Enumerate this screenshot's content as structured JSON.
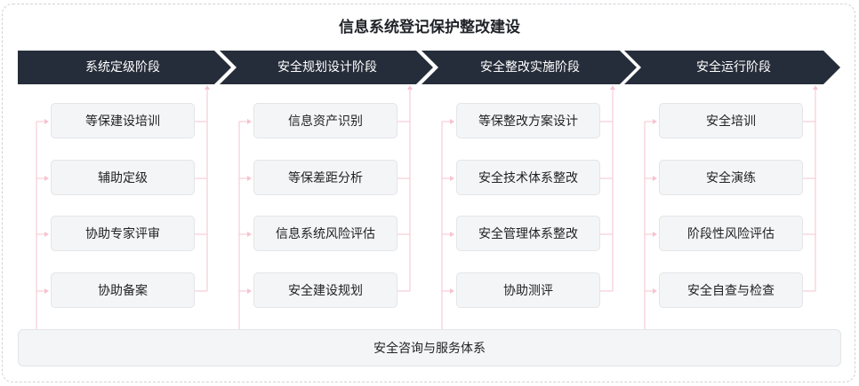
{
  "title": "信息系统登记保护整改建设",
  "phases": [
    {
      "label": "系统定级阶段",
      "tasks": [
        "等保建设培训",
        "辅助定级",
        "协助专家评审",
        "协助备案"
      ]
    },
    {
      "label": "安全规划设计阶段",
      "tasks": [
        "信息资产识别",
        "等保差距分析",
        "信息系统风险评估",
        "安全建设规划"
      ]
    },
    {
      "label": "安全整改实施阶段",
      "tasks": [
        "等保整改方案设计",
        "安全技术体系整改",
        "安全管理体系整改",
        "协助测评"
      ]
    },
    {
      "label": "安全运行阶段",
      "tasks": [
        "安全培训",
        "安全演练",
        "阶段性风险评估",
        "安全自查与检查"
      ]
    }
  ],
  "footer": "安全咨询与服务体系",
  "colors": {
    "chevron": "#262d3a",
    "connector": "#f7c3cf",
    "box_bg": "#f4f5f7"
  }
}
